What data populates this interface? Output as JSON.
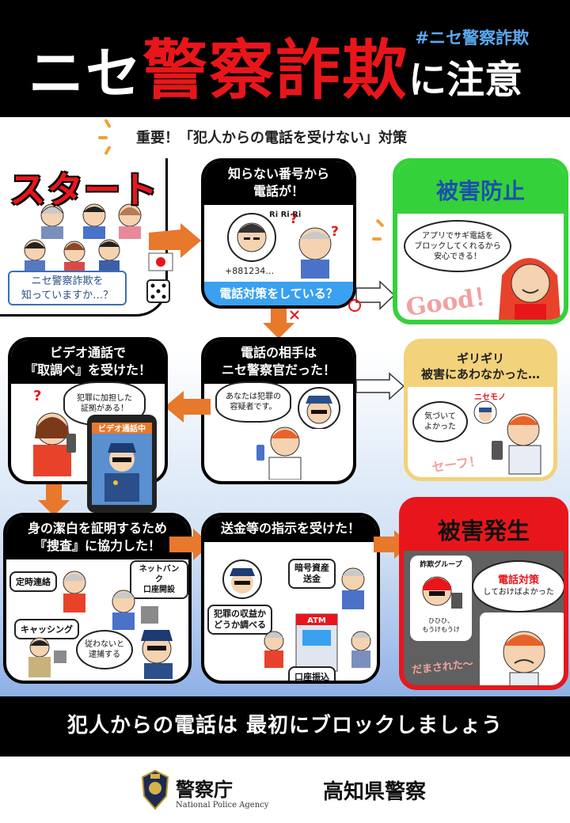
{
  "header": {
    "title_part1": "ニセ",
    "title_part2": "警察詐欺",
    "title_part3": "に注意",
    "hashtag": "#ニセ警察詐欺"
  },
  "subtitle": "重要！「犯人からの電話を受けない」対策",
  "start": {
    "label": "スタート",
    "question": "ニセ警察詐欺を\n知っていますか…？"
  },
  "steps": {
    "unknown_call": {
      "title": "知らない番号から\n電話が！",
      "ring": "Ri Ri Ri",
      "number": "+881234…",
      "banner": "電話対策をしている？"
    },
    "fake_police": {
      "title": "電話の相手は\nニセ警察官だった！",
      "speech": "あなたは犯罪の\n容疑者です。"
    },
    "video_call": {
      "title": "ビデオ通話で\n『取調べ』を受けた！",
      "speech": "犯罪に加担した\n証拠がある！",
      "screen_label": "ビデオ通話中"
    },
    "search": {
      "title": "身の潔白を証明するため\n『捜査』に協力した！",
      "label_contact": "定時連絡",
      "label_netbank": "ネットバンク\n口座開設",
      "label_cashing": "キャッシング",
      "label_arrest": "従わないと\n逮捕する"
    },
    "transfer": {
      "title": "送金等の指示を受けた！",
      "label_crypto": "暗号資産\n送金",
      "label_proceeds": "犯罪の収益か\nどうか調べる",
      "label_atm": "ATM",
      "label_transfer": "口座振込"
    }
  },
  "results": {
    "prevented": {
      "title": "被害防止",
      "speech": "アプリでサギ電話を\nブロックしてくれるから\n安心できる！",
      "good": "Good！"
    },
    "close_call": {
      "title": "ギリギリ\n被害にあわなかった…",
      "tag": "ニセモノ",
      "speech": "気づいて\nよかった",
      "safe": "セーフ！"
    },
    "damage": {
      "title": "被害発生",
      "group": "詐欺グループ",
      "laugh": "ひひひ、\nもうけもうけ",
      "speech_bold": "電話対策",
      "speech_rest": "しておけばよかった",
      "deceived": "だまされた～"
    }
  },
  "footer": {
    "message": "犯人からの電話は 最初にブロックしましょう",
    "agency": "警察庁",
    "agency_en": "National Police Agency",
    "prefecture": "高知県警察"
  },
  "colors": {
    "red": "#e8161b",
    "green": "#35d13a",
    "yellow": "#f2d27a",
    "arrow": "#e8782c",
    "blue_text": "#1b4fae"
  }
}
